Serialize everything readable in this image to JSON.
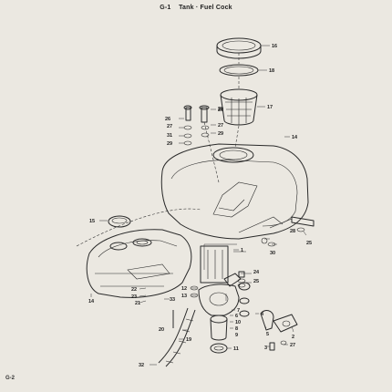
{
  "header": {
    "page_no": "G-1",
    "title": "Tank · Fuel Cock"
  },
  "footer": {
    "page_no": "G-2"
  },
  "callouts": [
    {
      "id": "c16",
      "n": "16"
    },
    {
      "id": "c18",
      "n": "18"
    },
    {
      "id": "c17",
      "n": "17"
    },
    {
      "id": "c14a",
      "n": "14"
    },
    {
      "id": "c26a",
      "n": "26"
    },
    {
      "id": "c27a",
      "n": "27"
    },
    {
      "id": "c31",
      "n": "31"
    },
    {
      "id": "c29a",
      "n": "29"
    },
    {
      "id": "c29b",
      "n": "29"
    },
    {
      "id": "c26b",
      "n": "26"
    },
    {
      "id": "c27b",
      "n": "27"
    },
    {
      "id": "c29c",
      "n": "29"
    },
    {
      "id": "c15",
      "n": "15"
    },
    {
      "id": "c14b",
      "n": "14"
    },
    {
      "id": "c22",
      "n": "22"
    },
    {
      "id": "c23",
      "n": "23"
    },
    {
      "id": "c21",
      "n": "21"
    },
    {
      "id": "c33",
      "n": "33"
    },
    {
      "id": "c1",
      "n": "1"
    },
    {
      "id": "c28",
      "n": "28"
    },
    {
      "id": "c30",
      "n": "30"
    },
    {
      "id": "c25",
      "n": "25"
    },
    {
      "id": "c24",
      "n": "24"
    },
    {
      "id": "c25b",
      "n": "25"
    },
    {
      "id": "c12",
      "n": "12"
    },
    {
      "id": "c13",
      "n": "13"
    },
    {
      "id": "c20",
      "n": "20"
    },
    {
      "id": "c7",
      "n": "7"
    },
    {
      "id": "c6",
      "n": "6"
    },
    {
      "id": "c10",
      "n": "10"
    },
    {
      "id": "c8",
      "n": "8"
    },
    {
      "id": "c9",
      "n": "9"
    },
    {
      "id": "c4",
      "n": "4"
    },
    {
      "id": "c5",
      "n": "5"
    },
    {
      "id": "c2",
      "n": "2"
    },
    {
      "id": "c27c",
      "n": "27"
    },
    {
      "id": "c3",
      "n": "3"
    },
    {
      "id": "c11",
      "n": "11"
    },
    {
      "id": "c19",
      "n": "19"
    },
    {
      "id": "c32",
      "n": "32"
    }
  ]
}
